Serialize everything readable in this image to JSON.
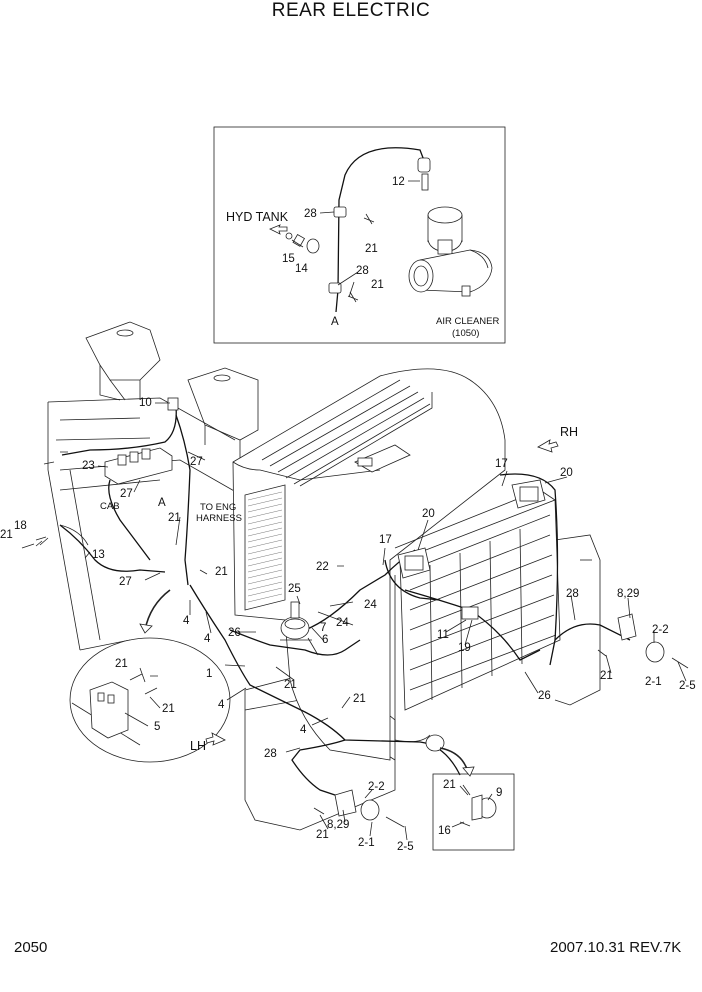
{
  "title": "REAR ELECTRIC",
  "page_number": "2050",
  "revision": "2007.10.31  REV.7K",
  "directions": {
    "rh": "RH",
    "lh": "LH",
    "hyd_tank": "HYD TANK"
  },
  "callouts": {
    "air_cleaner": "AIR CLEANER",
    "air_cleaner_ref": "(1050)",
    "to_eng": "TO ENG",
    "harness": "HARNESS",
    "cab": "CAB",
    "section_a": "A"
  },
  "part_numbers": {
    "p12": "12",
    "p28a": "28",
    "p21a": "21",
    "p15": "15",
    "p14": "14",
    "p28b": "28",
    "p21b": "21",
    "p10": "10",
    "p23": "23",
    "p27a": "27",
    "p27b": "27",
    "p27c": "27",
    "p21c": "21",
    "p18": "18",
    "p21d": "21",
    "p13": "13",
    "p21e": "21",
    "p4a": "4",
    "p4b": "4",
    "p26a": "26",
    "p25": "25",
    "p22": "22",
    "p17a": "17",
    "p17b": "17",
    "p20a": "20",
    "p20b": "20",
    "p7": "7",
    "p6": "6",
    "p24a": "24",
    "p24b": "24",
    "p1": "1",
    "p21f": "21",
    "p4c": "4",
    "p21g": "21",
    "p4d": "4",
    "p11": "11",
    "p19": "19",
    "p26b": "26",
    "p28c": "28",
    "p8_29a": "8,29",
    "p2_2a": "2-2",
    "p21h": "21",
    "p2_1a": "2-1",
    "p2_5a": "2-5",
    "p21i": "21",
    "p21j": "21",
    "p5": "5",
    "p28d": "28",
    "p2_2b": "2-2",
    "p8_29b": "8,29",
    "p21k": "21",
    "p2_1b": "2-1",
    "p2_5b": "2-5",
    "p21l": "21",
    "p9": "9",
    "p16": "16"
  }
}
